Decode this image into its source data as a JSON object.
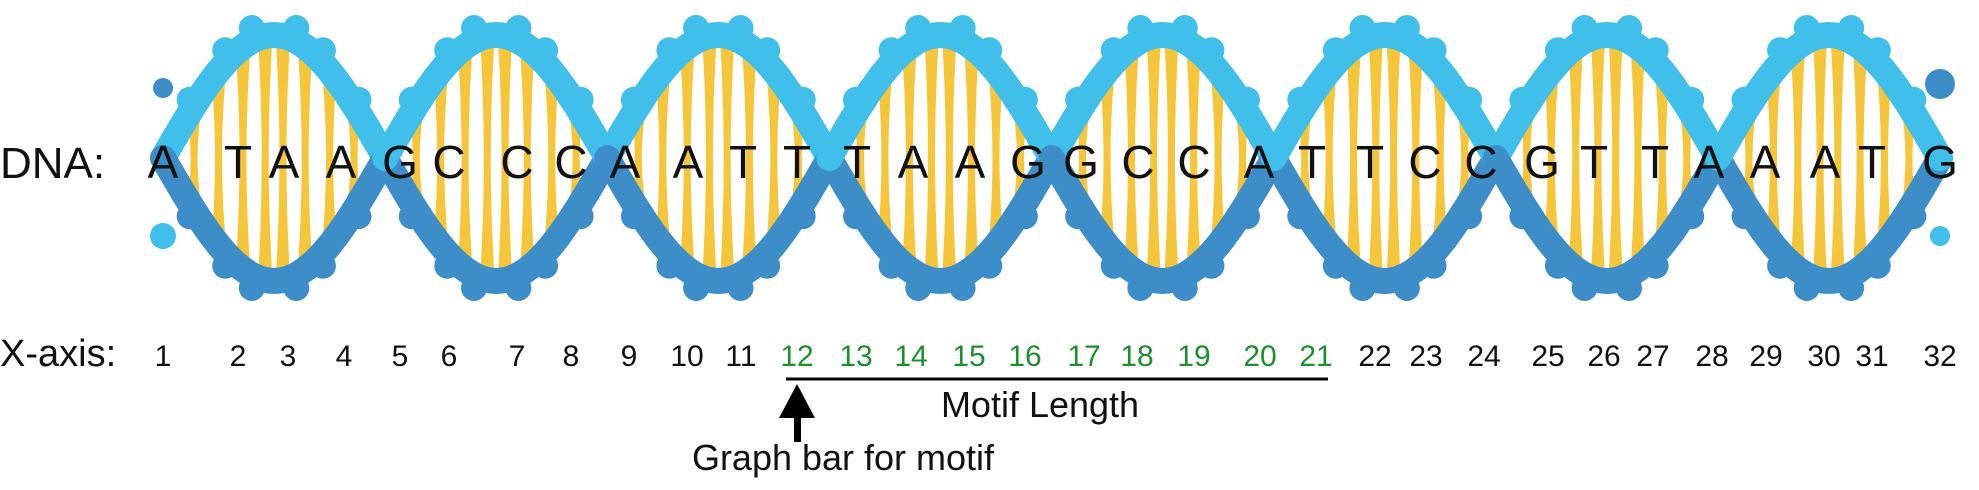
{
  "diagram": {
    "dna_label": "DNA:",
    "xaxis_label": "X-axis:",
    "bases": [
      "A",
      "T",
      "A",
      "A",
      "G",
      "C",
      "C",
      "C",
      "A",
      "A",
      "T",
      "T",
      "T",
      "A",
      "A",
      "G",
      "G",
      "C",
      "C",
      "A",
      "T",
      "T",
      "C",
      "C",
      "G",
      "T",
      "T",
      "A",
      "A",
      "A",
      "T",
      "G"
    ],
    "positions": [
      "1",
      "2",
      "3",
      "4",
      "5",
      "6",
      "7",
      "8",
      "9",
      "10",
      "11",
      "12",
      "13",
      "14",
      "15",
      "16",
      "17",
      "18",
      "19",
      "20",
      "21",
      "22",
      "23",
      "24",
      "25",
      "26",
      "27",
      "28",
      "29",
      "30",
      "31",
      "32"
    ],
    "motif": {
      "start": 12,
      "end": 21,
      "label": "Motif Length",
      "color": "#1e8f2e"
    },
    "arrow_label": "Graph bar for motif"
  },
  "colors": {
    "helix_light": "#3fbfea",
    "helix_dark": "#3d8ec8",
    "rung": "#f6c63a",
    "text": "#111111"
  }
}
